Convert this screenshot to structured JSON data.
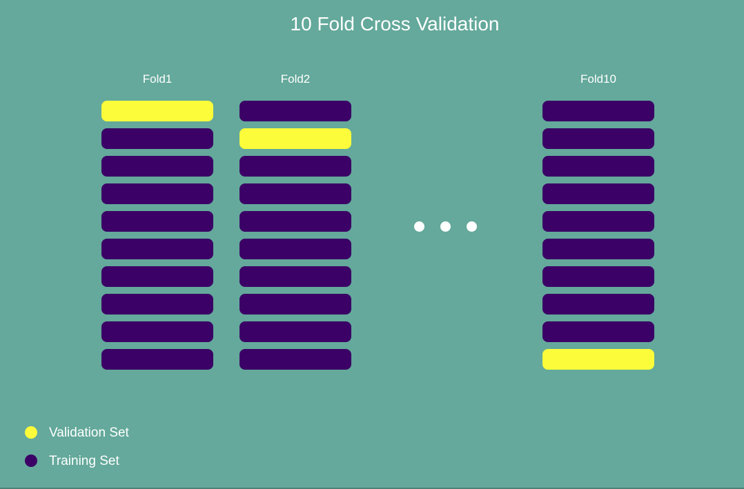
{
  "title": "10 Fold Cross Validation",
  "colors": {
    "background": "#64a99b",
    "validation": "#fcfc3b",
    "training": "#3b0166",
    "text": "#ffffff",
    "dot": "#ffffff",
    "bottom_strip": "#4c8176"
  },
  "diagram": {
    "rows_per_fold": 10,
    "ellipsis_dots": 3,
    "folds": [
      {
        "label": "Fold1",
        "validation_row": 1
      },
      {
        "label": "Fold2",
        "validation_row": 2
      },
      {
        "label": "Fold10",
        "validation_row": 10
      }
    ]
  },
  "legend": {
    "items": [
      {
        "label": "Validation Set",
        "color_key": "validation"
      },
      {
        "label": "Training Set",
        "color_key": "training"
      }
    ]
  }
}
